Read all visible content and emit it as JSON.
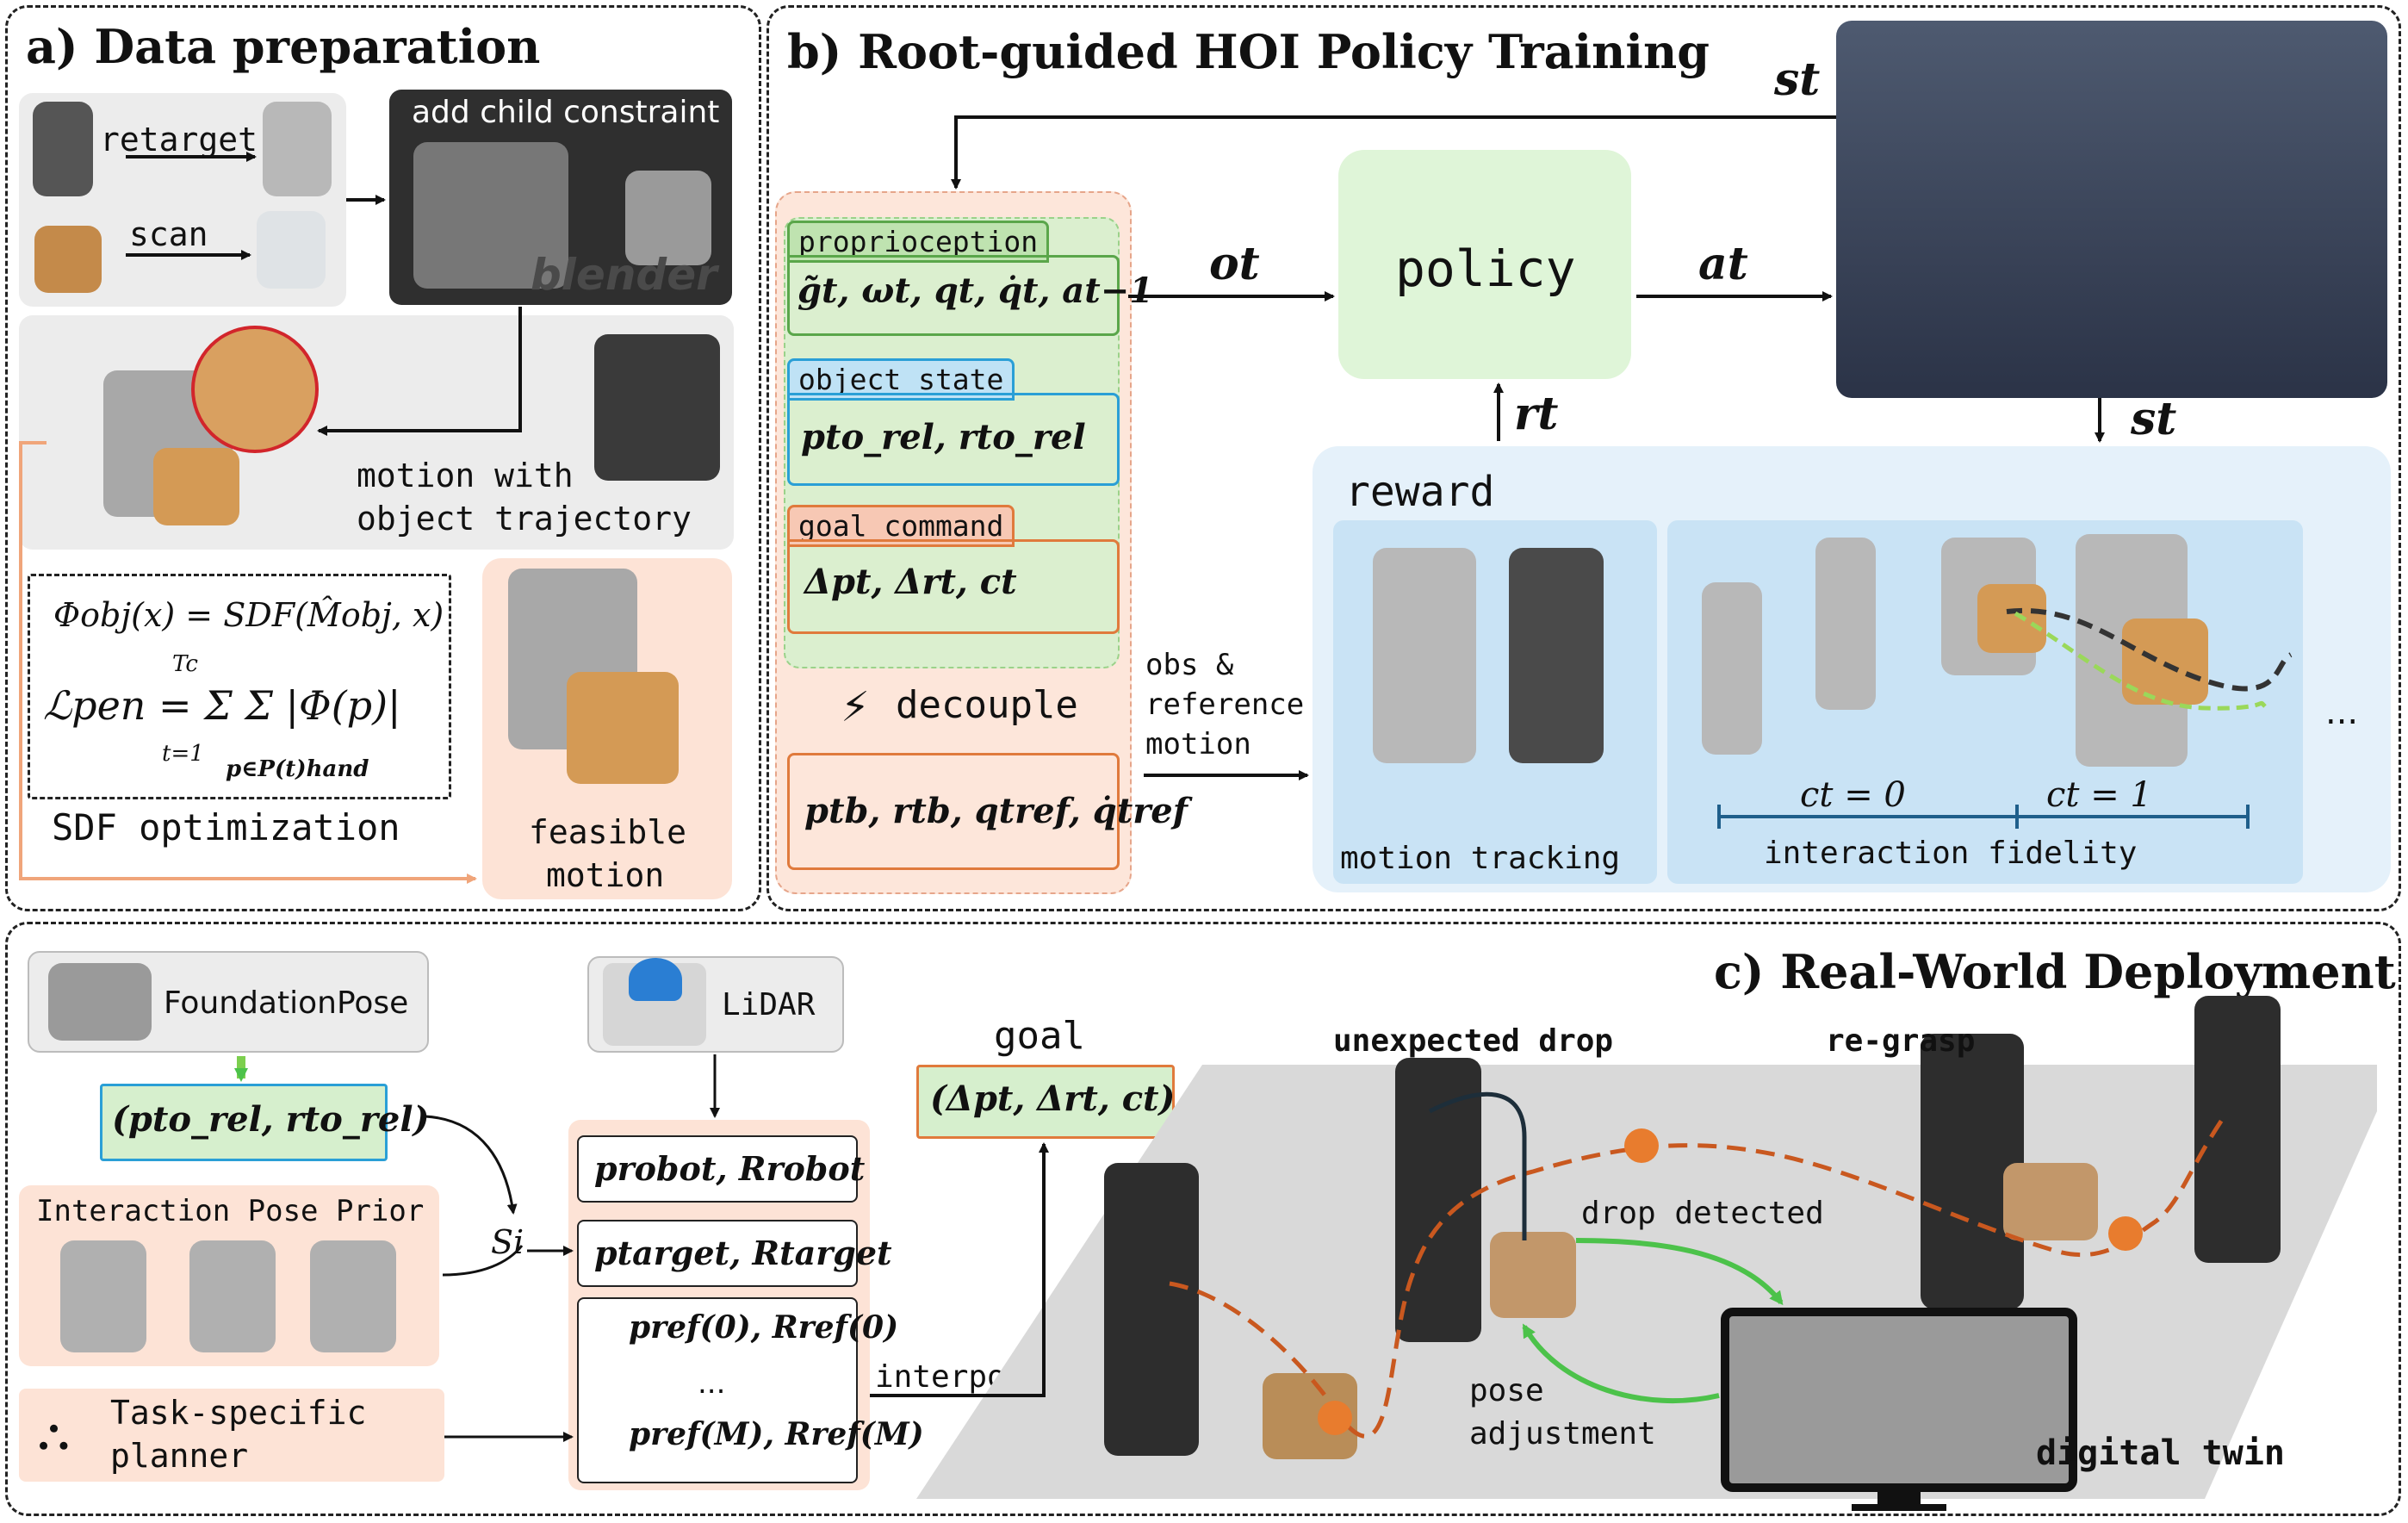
{
  "panel_a": {
    "title": "a) Data preparation",
    "retarget": "retarget",
    "scan": "scan",
    "add_child_constraint": "add child constraint",
    "blender": "blender",
    "motion_line1": "motion with",
    "motion_line2": "object trajectory",
    "sdf_eq1": "Φobj(x) = SDF(M̂obj, x)",
    "sdf_eq2": "ℒpen = Σ Σ |Φ(p)|",
    "sdf_sum_upper": "Tc",
    "sdf_sum_lower1": "t=1",
    "sdf_sum_lower2": "p∈P(t)hand",
    "sdf_label": "SDF optimization",
    "feasible1": "feasible",
    "feasible2": "motion"
  },
  "panel_b": {
    "title": "b) Root-guided HOI Policy Training",
    "proprioception": "proprioception",
    "proprio_eq": "g̃t, ωt, qt, q̇t, at−1",
    "object_state": "object state",
    "object_eq": "pto_rel, rto_rel",
    "goal_command": "goal command",
    "goal_eq": "Δpt, Δrt, ct",
    "decouple": "decouple",
    "ref_eq": "ptb, rtb, qtref, q̇tref",
    "ot": "ot",
    "policy": "policy",
    "at": "at",
    "rt": "rt",
    "st_top": "st",
    "st_right": "st",
    "obs1": "obs &",
    "obs2": "reference",
    "obs3": "motion",
    "reward": "reward",
    "motion_tracking": "motion tracking",
    "interaction_fidelity": "interaction fidelity",
    "ct0": "ct = 0",
    "ct1": "ct = 1",
    "dots": "..."
  },
  "panel_c": {
    "title": "c) Real-World Deployment",
    "foundationpose": "FoundationPose",
    "lidar": "LiDAR",
    "obj_rel": "(pto_rel, rto_rel)",
    "interaction_pose_prior": "Interaction Pose Prior",
    "si": "Si",
    "task_planner1": "Task-specific",
    "task_planner2": "planner",
    "robot_pose": "probot, Rrobot",
    "target_pose": "ptarget, Rtarget",
    "ref0": "pref(0), Rref(0)",
    "ref_dots": "...",
    "refM": "pref(M), Rref(M)",
    "interpolation": "interpolation",
    "goal": "goal",
    "goal_eq": "(Δpt, Δrt, ct)",
    "unexpected_drop": "unexpected drop",
    "re_grasp": "re-grasp",
    "drop_detected": "drop detected",
    "pose1": "pose",
    "pose2": "adjustment",
    "digital_twin": "digital twin"
  },
  "colors": {
    "green_fill": "#d6efcd",
    "green_border": "#5aa64a",
    "blue_fill": "#d8ecf9",
    "blue_border": "#2a9fd6",
    "orange_fill": "#fde3d6",
    "orange_border": "#e07a3c",
    "policy_fill": "#dff5d8",
    "reward_fill": "#e5f1fa",
    "reward_inner": "#c9e3f5",
    "dark_box": "#2f2f2f"
  }
}
